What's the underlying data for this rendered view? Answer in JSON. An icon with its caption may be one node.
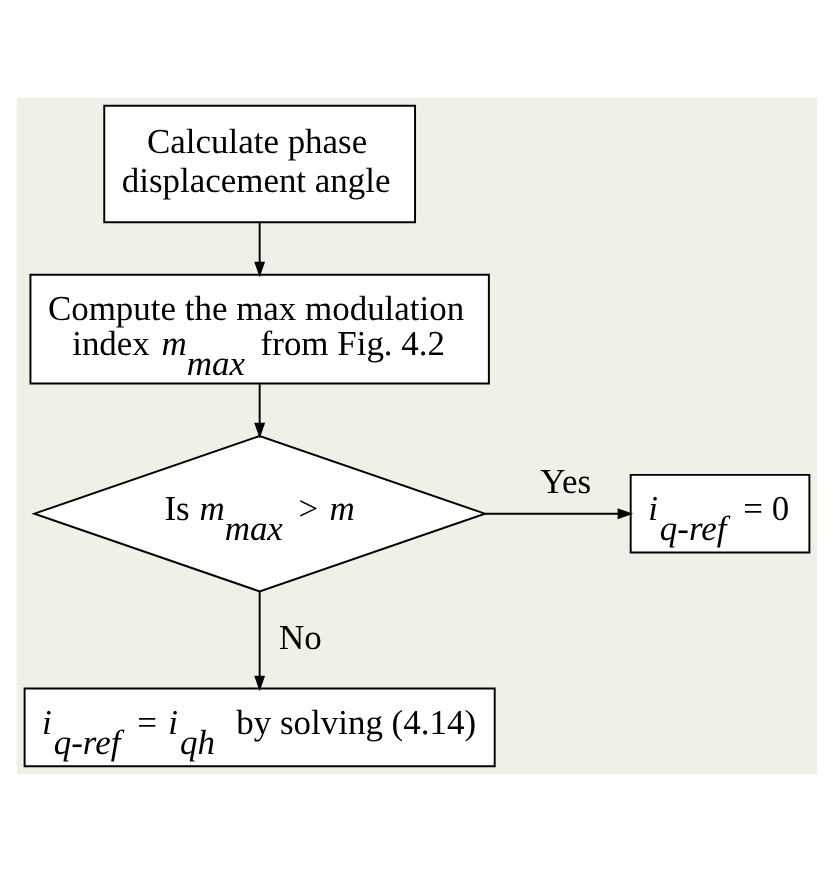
{
  "diagram": {
    "nodes": [
      {
        "text": [
          "Calculate phase displacement angle"
        ]
      },
      {
        "text": [
          "Compute the max modulation index *m*$_{max}$ from Fig. 4.2"
        ]
      },
      {
        "text": [
          "Is *m*$_{max}$ > *m*"
        ]
      },
      {
        "text": [
          "*i*$_{q-ref}$ = 0"
        ]
      },
      {
        "text": [
          "*i*$_{q-ref}$ = *i*$_{qh}$ by solving (4.14)"
        ]
      }
    ],
    "edges": [
      {
        "from": 0,
        "to": 1,
        "arrow": "to"
      },
      {
        "from": 1,
        "to": 2,
        "arrow": "to"
      },
      {
        "from": 2,
        "to": 3,
        "arrow": "to",
        "label": "Yes"
      },
      {
        "from": 2,
        "to": 4,
        "arrow": "to",
        "label": "No"
      }
    ]
  }
}
